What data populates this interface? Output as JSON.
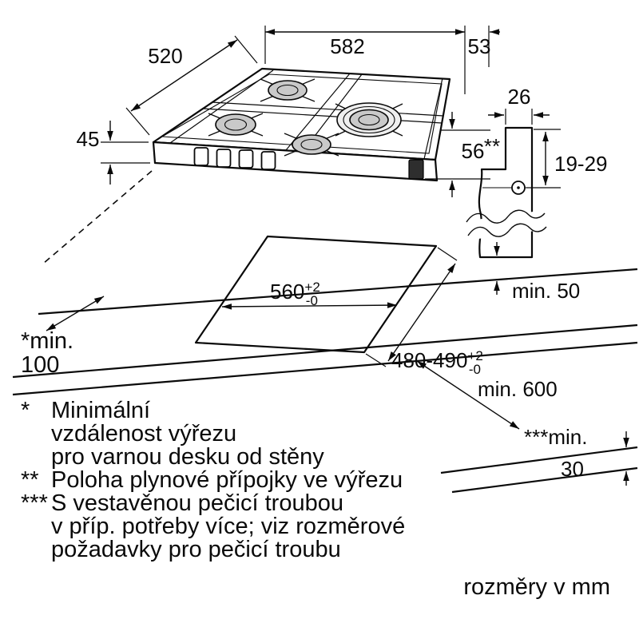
{
  "diagram": {
    "dimensions": {
      "hob_width": "582",
      "hob_depth": "520",
      "gas_side_offset": "53",
      "hob_height": "45",
      "hob_under_depth": "56",
      "gas_pipe_offset": "26",
      "gas_pipe_range": "19-29",
      "gas_pipe_marker": "**",
      "min_right_clearance": "min. 50",
      "cutout_width": "560",
      "cutout_depth": "480-490",
      "tol_plus": "+2",
      "tol_minus": "-0",
      "min_wall_label": "*min.",
      "min_wall_value": "100",
      "min_depth": "min. 600",
      "min_below_label": "***min.",
      "min_below_value": "30"
    },
    "footnotes": [
      {
        "marker": "*",
        "lines": [
          "Minimální",
          "vzdálenost výřezu",
          "pro varnou desku od stěny"
        ]
      },
      {
        "marker": "**",
        "lines": [
          "Poloha plynové přípojky ve výřezu"
        ]
      },
      {
        "marker": "***",
        "lines": [
          "S vestavěnou pečicí troubou",
          "v příp. potřeby více; viz rozměrové",
          "požadavky pro pečicí troubu"
        ]
      }
    ],
    "units_note": "rozměry v mm"
  }
}
